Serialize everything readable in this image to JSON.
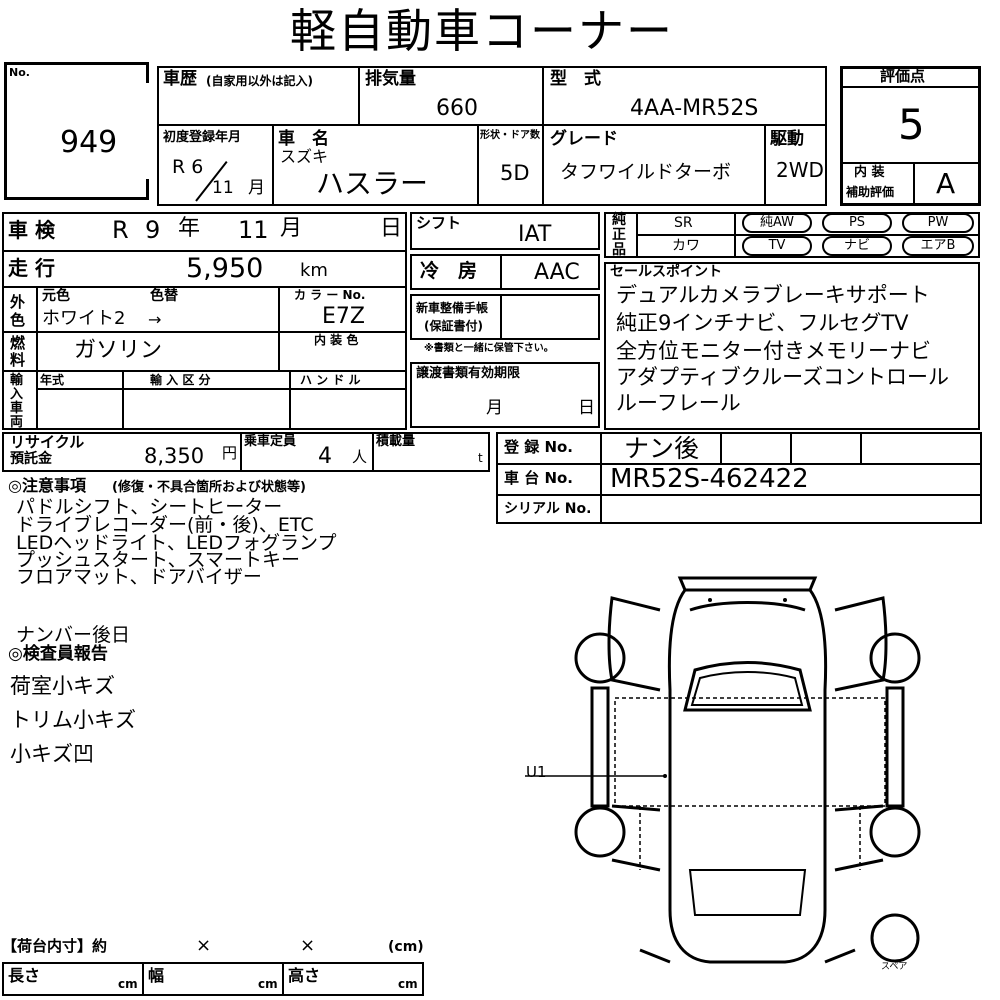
{
  "title": "軽自動車コーナー",
  "lot": {
    "label": "No.",
    "value": "949"
  },
  "history": {
    "label": "車歴",
    "sub": "(自家用以外は記入)"
  },
  "displacement": {
    "label": "排気量",
    "value": "660"
  },
  "model_type": {
    "label": "型　式",
    "value": "4AA-MR52S"
  },
  "grade_score": {
    "label": "評価点",
    "value": "5",
    "interior_label_1": "内 装",
    "interior_label_2": "補助評価",
    "interior_value": "A"
  },
  "first_reg": {
    "label": "初度登録年月",
    "era": "R 6",
    "month": "11",
    "month_unit": "月"
  },
  "car_name": {
    "label": "車　名",
    "maker": "スズキ",
    "name": "ハスラー"
  },
  "doors": {
    "label": "形状・ドア数",
    "value": "5D"
  },
  "grade": {
    "label": "グレード",
    "value": "タフワイルドターボ"
  },
  "drive": {
    "label": "駆動",
    "value": "2WD"
  },
  "inspection": {
    "label": "車 検",
    "era": "R",
    "year": "9",
    "year_unit": "年",
    "month": "11",
    "month_unit": "月",
    "day_unit": "日"
  },
  "shift": {
    "label": "シフト",
    "value": "IAT"
  },
  "options": {
    "label": "純正品",
    "sr": "SR",
    "aw": "純AW",
    "ps": "PS",
    "pw": "PW",
    "leather": "カワ",
    "tv": "TV",
    "navi": "ナビ",
    "ac_bag": "エアB"
  },
  "mileage": {
    "label": "走 行",
    "value": "5,950",
    "unit": "km"
  },
  "aircon": {
    "label": "冷　房",
    "value": "AAC"
  },
  "selling_points": {
    "label": "セールスポイント",
    "lines": [
      "デュアルカメラブレーキサポート",
      "純正9インチナビ、フルセグTV",
      "全方位モニター付きメモリーナビ",
      "アダプティブクルーズコントロール",
      "ルーフレール"
    ]
  },
  "color": {
    "label": "外色",
    "orig_label": "元色",
    "change_label": "色替",
    "value": "ホワイト2",
    "arrow": "→",
    "code_label": "カ ラ ー No.",
    "code": "E7Z",
    "interior_label": "内 装 色"
  },
  "warranty": {
    "label_1": "新車整備手帳",
    "label_2": "(保証書付)",
    "note": "※書類と一緒に保管下さい。"
  },
  "fuel": {
    "label": "燃料",
    "value": "ガソリン"
  },
  "import": {
    "label": "輸入車両",
    "year_label": "年式",
    "class_label": "輸 入 区 分",
    "handle_label": "ハ ン ド ル"
  },
  "transfer": {
    "label": "譲渡書類有効期限",
    "month_unit": "月",
    "day_unit": "日"
  },
  "recycle": {
    "label_1": "リサイクル",
    "label_2": "預託金",
    "value": "8,350",
    "unit": "円"
  },
  "capacity": {
    "label": "乗車定員",
    "value": "4",
    "unit": "人"
  },
  "load": {
    "label": "積載量",
    "unit": "t"
  },
  "registration": {
    "label": "登 録 No.",
    "value": "ナン後"
  },
  "chassis": {
    "label": "車 台 No.",
    "value": "MR52S-462422"
  },
  "serial": {
    "label": "シリアル No."
  },
  "notes": {
    "label": "◎注意事項",
    "sub": "(修復・不具合箇所および状態等)",
    "lines": [
      "パドルシフト、シートヒーター",
      "ドライブレコーダー(前・後)、ETC",
      "LEDヘッドライト、LEDフォグランプ",
      "プッシュスタート、スマートキー",
      "フロアマット、ドアバイザー"
    ],
    "plate": "ナンバー後日"
  },
  "inspector": {
    "label": "◎検査員報告",
    "lines": [
      "荷室小キズ",
      "トリム小キズ",
      "小キズ凹"
    ]
  },
  "diagram": {
    "mark": "U1",
    "spare": "スペア"
  },
  "cargo": {
    "label": "【荷台内寸】約",
    "x1": "×",
    "x2": "×",
    "unit": "(cm)",
    "length": "長さ",
    "width": "幅",
    "height": "高さ",
    "cm": "cm"
  }
}
